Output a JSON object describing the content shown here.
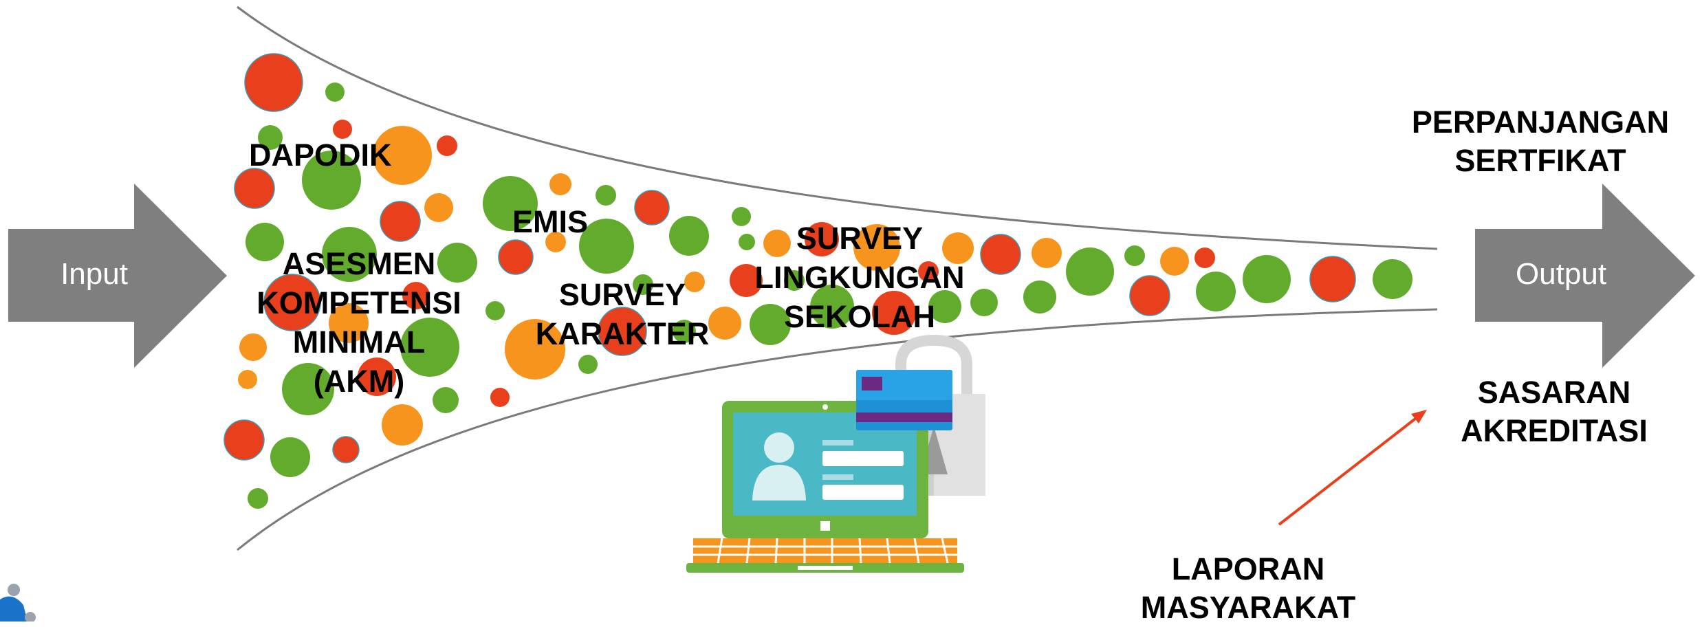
{
  "input_label": "Input",
  "output_label": "Output",
  "stages": {
    "dapodik": "DAPODIK",
    "akm": [
      "ASESMEN",
      "KOMPETENSI",
      "MINIMAL",
      "(AKM)"
    ],
    "emis": "EMIS",
    "survey_karakter": [
      "SURVEY",
      "KARAKTER"
    ],
    "survey_lingkungan": [
      "SURVEY",
      "LINGKUNGAN",
      "SEKOLAH"
    ]
  },
  "outputs": {
    "perpanjangan": [
      "PERPANJANGAN",
      "SERTFIKAT"
    ],
    "sasaran": [
      "SASARAN",
      "AKREDITASI"
    ],
    "laporan": [
      "LAPORAN",
      "MASYARAKAT"
    ]
  },
  "icons": [
    "laptop-icon",
    "id-card-icon",
    "padlock-icon",
    "logo-fragment-icon"
  ],
  "colors": {
    "arrow": "#7f7f7f",
    "funnel_line": "#7a7a7a",
    "red": "#e8401c",
    "green": "#62ab2c",
    "orange": "#f7941e",
    "accent_arrow": "#e8401c",
    "laptop_green": "#6cb33f",
    "screen_teal": "#4bb8c6",
    "card_blue": "#1e90d6",
    "card_purple": "#6b2a82"
  }
}
